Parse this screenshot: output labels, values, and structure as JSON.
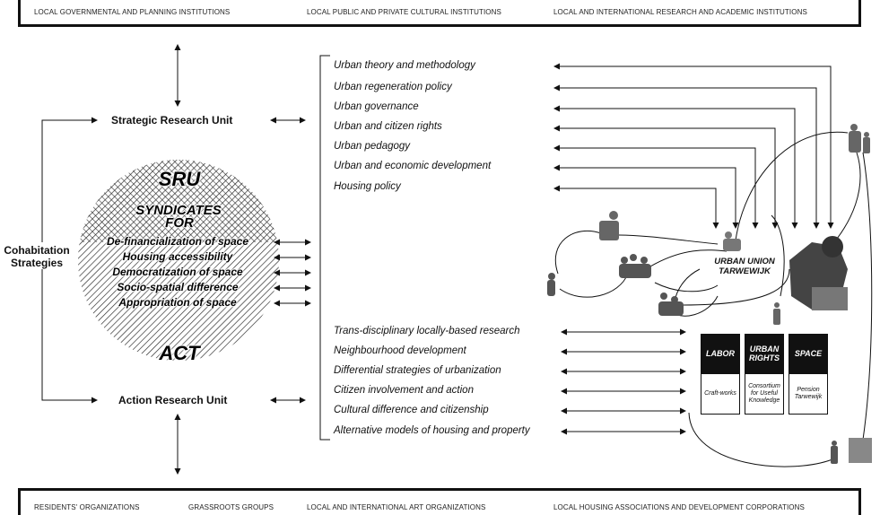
{
  "top_institutions": [
    "LOCAL GOVERNMENTAL AND PLANNING INSTITUTIONS",
    "LOCAL PUBLIC AND PRIVATE CULTURAL INSTITUTIONS",
    "LOCAL AND INTERNATIONAL RESEARCH AND ACADEMIC INSTITUTIONS"
  ],
  "bottom_institutions": [
    "RESIDENTS' ORGANIZATIONS",
    "GRASSROOTS GROUPS",
    "LOCAL AND INTERNATIONAL ART ORGANIZATIONS",
    "LOCAL HOUSING ASSOCIATIONS AND DEVELOPMENT CORPORATIONS"
  ],
  "left": {
    "strategic_unit": "Strategic Research Unit",
    "action_unit": "Action Research Unit",
    "cohabitation": "Cohabitation Strategies"
  },
  "sphere": {
    "sru": "SRU",
    "syndicates_line1": "SYNDICATES",
    "syndicates_line2": "FOR",
    "items": [
      "De-financialization of space",
      "Housing accessibility",
      "Democratization of space",
      "Socio-spatial difference",
      "Appropriation of space"
    ],
    "act": "ACT"
  },
  "research_topics": [
    "Urban theory and methodology",
    "Urban regeneration policy",
    "Urban governance",
    "Urban and citizen rights",
    "Urban pedagogy",
    "Urban and economic development",
    "Housing policy"
  ],
  "action_topics": [
    "Trans-disciplinary locally-based research",
    "Neighbourhood development",
    "Differential strategies of urbanization",
    "Citizen involvement and action",
    "Cultural difference and citizenship",
    "Alternative models of housing and property"
  ],
  "urban_union": {
    "line1": "URBAN UNION",
    "line2": "TARWEWIJK"
  },
  "boxes": [
    {
      "head": "LABOR",
      "body": "Craft-works"
    },
    {
      "head": "URBAN RIGHTS",
      "body": "Consortium for Useful Knowledge"
    },
    {
      "head": "SPACE",
      "body": "Pension Tarwewijk"
    }
  ]
}
